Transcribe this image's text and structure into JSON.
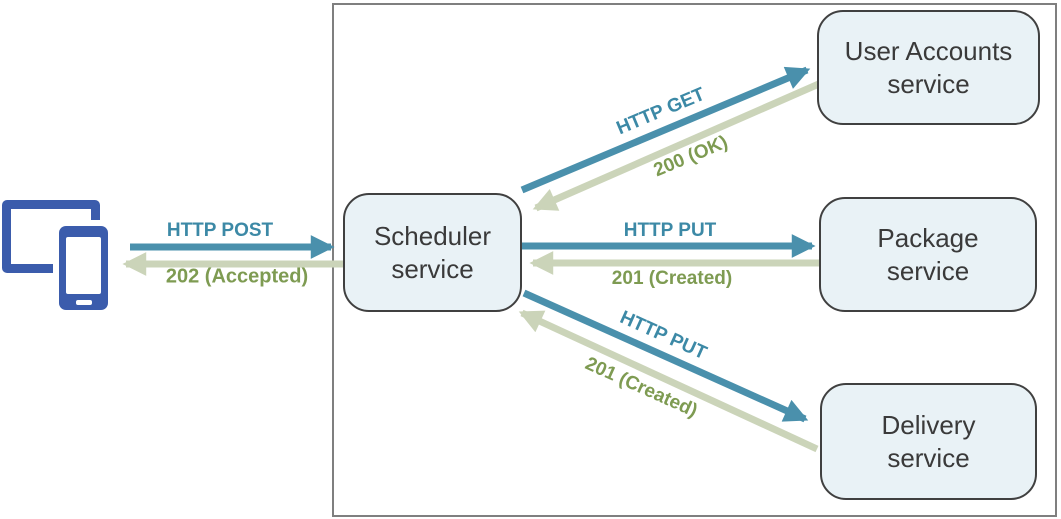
{
  "colors": {
    "request_arrow": "#4A90AC",
    "response_arrow": "#CBD4B9",
    "request_text": "#3C89A6",
    "response_text": "#7E9B52",
    "node_fill": "#E9F2F6",
    "node_border": "#404040",
    "boundary_border": "#7F7F7F",
    "client_icon_blue": "#3B5CAC"
  },
  "icons": {
    "client": "client-devices-icon (tablet and smartphone)"
  },
  "nodes": {
    "scheduler": {
      "label": "Scheduler service"
    },
    "user_accounts": {
      "label": "User Accounts service"
    },
    "package": {
      "label": "Package service"
    },
    "delivery": {
      "label": "Delivery service"
    }
  },
  "edges": {
    "client_scheduler": {
      "request": "HTTP POST",
      "response": "202 (Accepted)"
    },
    "scheduler_user_accounts": {
      "request": "HTTP GET",
      "response": "200 (OK)"
    },
    "scheduler_package": {
      "request": "HTTP PUT",
      "response": "201 (Created)"
    },
    "scheduler_delivery": {
      "request": "HTTP PUT",
      "response": "201 (Created)"
    }
  }
}
